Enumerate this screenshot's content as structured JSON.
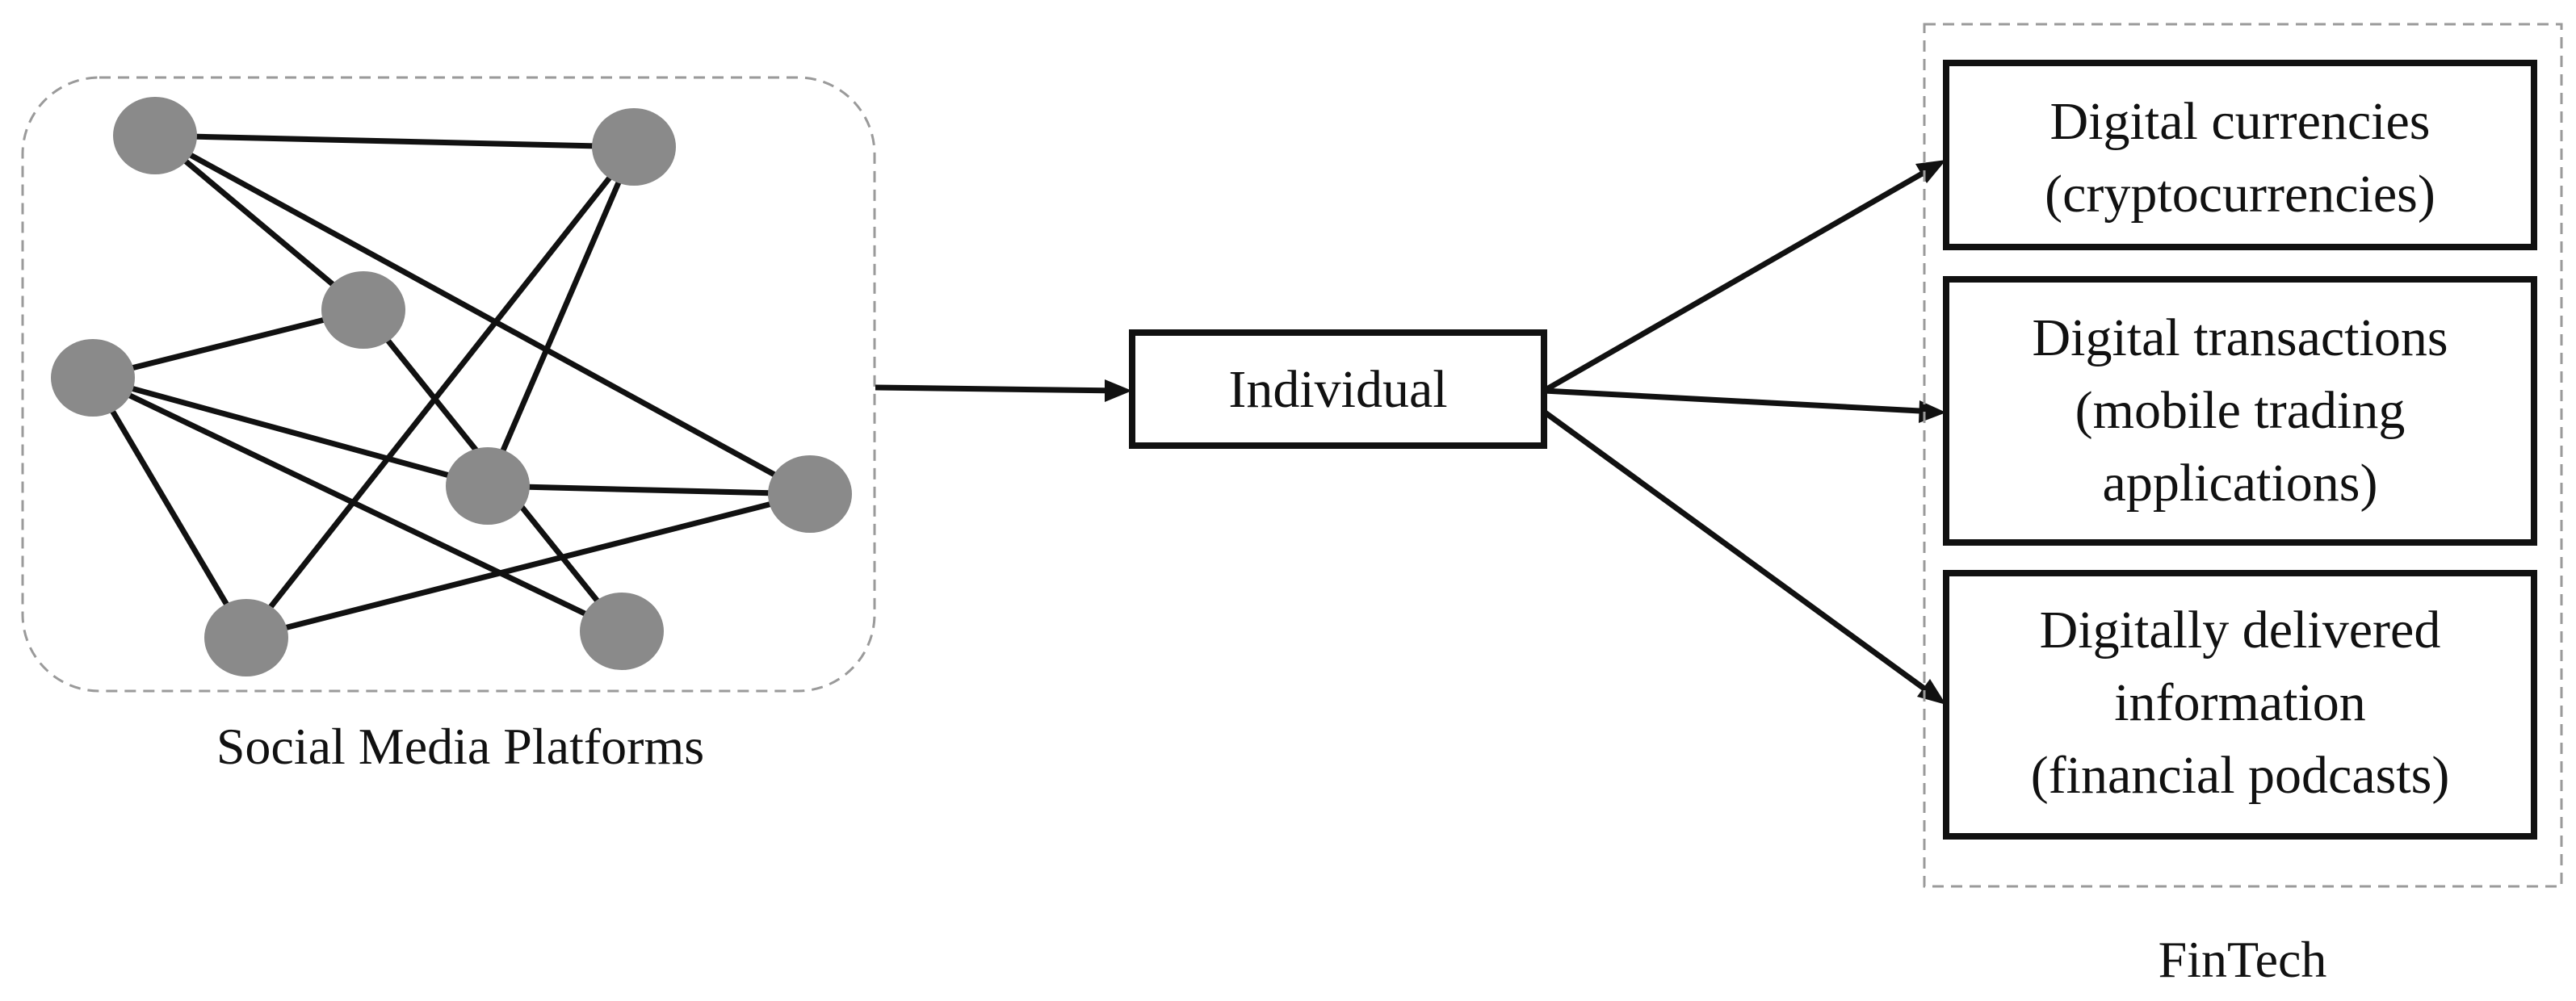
{
  "social_group": {
    "label": "Social Media Platforms",
    "node_color": "#8a8a8a",
    "edge_color": "#111111",
    "border_color": "#9a9a9a"
  },
  "individual": {
    "label": "Individual"
  },
  "fintech": {
    "label": "FinTech",
    "items": [
      {
        "lines": [
          "Digital currencies",
          "(cryptocurrencies)"
        ]
      },
      {
        "lines": [
          "Digital transactions",
          "(mobile trading",
          "applications)"
        ]
      },
      {
        "lines": [
          "Digitally delivered",
          "information",
          "(financial podcasts)"
        ]
      }
    ]
  }
}
